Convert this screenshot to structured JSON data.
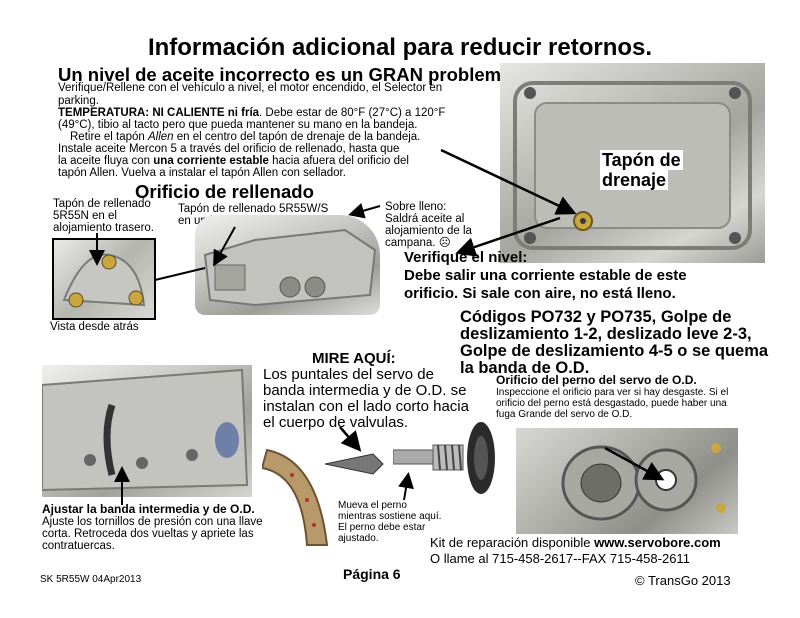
{
  "title": "Información adicional para reducir retornos.",
  "oil": {
    "heading": "Un nivel de aceite incorrecto es un GRAN problema:",
    "line1": "Verifique/Rellene con el vehículo a nivel, el motor encendido, el Selector en",
    "line2": "parking.",
    "temp_label": "TEMPERATURA:  NI CALIENTE ni fría",
    "temp_rest1": ".  Debe estar de 80°F (27°C) a 120°F",
    "temp_rest2": "(49°C), tibio al tacto pero que pueda mantener su mano en la bandeja.",
    "retire_pre": "Retire el tapón ",
    "retire_italic": "Allen",
    "retire_post": " en el centro del tapón de drenaje de la bandeja.",
    "install1": "Instale aceite Mercon 5 a través del orificio de rellenado, hasta que",
    "install2_pre": "la aceite fluya con ",
    "install2_bold": "una corriente estable",
    "install2_post": " hacia afuera del orificio del",
    "install3": "tapón Allen.  Vuelva a instalar el tapón Allen con sellador."
  },
  "fill": {
    "heading": "Orificio de rellenado",
    "rear_label1": "Tapón de rellenado",
    "rear_label2": "5R55N en el",
    "rear_label3": "alojamiento trasero.",
    "side_label1": "Tapón de rellenado 5R55W/S",
    "side_label2": "en un lado de la caja.",
    "over1": "Sobre lleno:",
    "over2": "Saldrá aceite al",
    "over3": "alojamiento de la",
    "over4": "campana. ☹",
    "rear_view": "Vista desde atrás"
  },
  "drain": {
    "label1": "Tapón de",
    "label2": "drenaje"
  },
  "verify": {
    "line1": "Verifique el nivel:",
    "line2": "Debe salir una corriente estable de este",
    "line3": "orificio. Si sale con aire, no está lleno."
  },
  "codes": {
    "line1": "Códigos PO732 y PO735, Golpe de",
    "line2": "deslizamiento 1-2, deslizado leve 2-3,",
    "line3": "Golpe de deslizamiento 4-5 o se quema",
    "line4": "la banda de O.D."
  },
  "look": {
    "heading": "MIRE AQUÍ:",
    "line1": "Los puntales del servo de",
    "line2": "banda intermedia y de O.D. se",
    "line3": "instalan con el lado corto hacia",
    "line4": "el cuerpo de valvulas."
  },
  "servo": {
    "heading": "Orificio del perno del servo de O.D.",
    "line1": "Inspeccione el orificio para ver si hay desgaste.  Si el",
    "line2": "orificio del perno está desgastado, puede haber una",
    "line3": "fuga Grande del servo de O.D."
  },
  "adjust": {
    "heading": "Ajustar la banda intermedia y de O.D.",
    "line1": "Ajuste los tornillos de presión con una llave",
    "line2": "corta.  Retroceda dos vueltas y apriete las",
    "line3": "contratuercas."
  },
  "pin": {
    "line1": "Mueva el perno",
    "line2": "mientras sostiene aquí.",
    "line3": "El perno debe estar",
    "line4": "ajustado."
  },
  "kit": {
    "pre": "Kit de reparación disponible ",
    "url": "www.servobore.com",
    "phone": "O llame al 715-458-2617--FAX 715-458-2611"
  },
  "footer": {
    "code": "SK 5R55W 04Apr2013",
    "page": "Página 6",
    "copyright": "© TransGo 2013"
  }
}
